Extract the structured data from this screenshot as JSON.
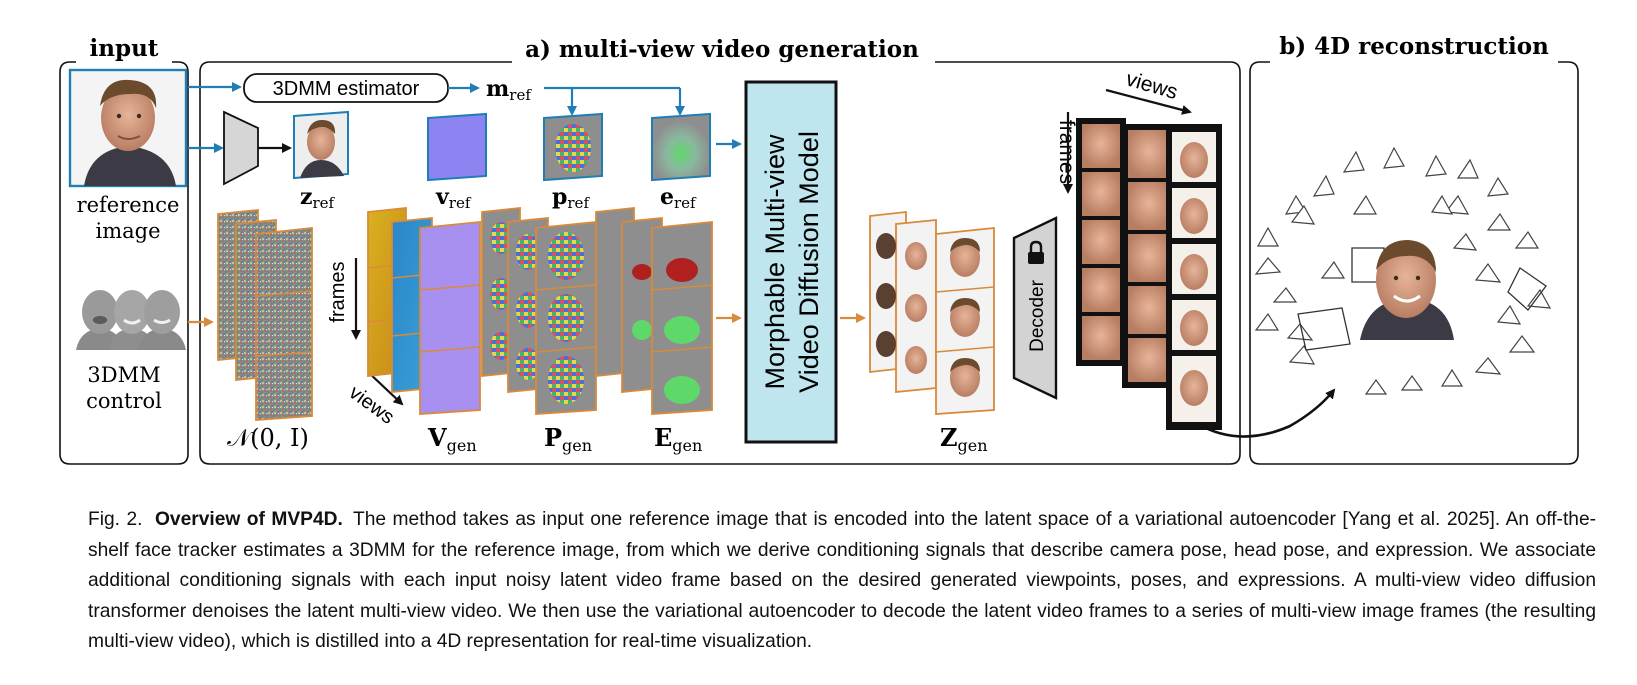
{
  "sections": {
    "input": "input",
    "generation": "a) multi-view video generation",
    "reconstruction": "b) 4D reconstruction"
  },
  "input": {
    "reference_label_1": "reference",
    "reference_label_2": "image",
    "control_label_1": "3DMM",
    "control_label_2": "control"
  },
  "generation": {
    "estimator": "3DMM estimator",
    "m_ref": {
      "base": "m",
      "sub": "ref"
    },
    "z_ref": {
      "base": "z",
      "sub": "ref"
    },
    "v_ref": {
      "base": "v",
      "sub": "ref"
    },
    "p_ref": {
      "base": "p",
      "sub": "ref"
    },
    "e_ref": {
      "base": "e",
      "sub": "ref"
    },
    "noise": "𝒩(0, I)",
    "frames": "frames",
    "views": "views",
    "V_gen": {
      "base": "V",
      "sub": "gen"
    },
    "P_gen": {
      "base": "P",
      "sub": "gen"
    },
    "E_gen": {
      "base": "E",
      "sub": "gen"
    },
    "model_line_1": "Morphable Multi-view",
    "model_line_2": "Video Diffusion Model",
    "Z_gen": {
      "base": "Z",
      "sub": "gen"
    },
    "decoder": "Decoder",
    "out_frames": "frames",
    "out_views": "views"
  },
  "caption": {
    "label": "Fig. 2.",
    "title": "Overview of MVP4D.",
    "text": "The method takes as input one reference image that is encoded into the latent space of a variational autoencoder [Yang et al. 2025]. An off-the-shelf face tracker estimates a 3DMM for the reference image, from which we derive conditioning signals that describe camera pose, head pose, and expression. We associate additional conditioning signals with each input noisy latent video frame based on the desired generated viewpoints, poses, and expressions. A multi-view video diffusion transformer denoises the latent multi-view video. We then use the variational autoencoder to decode the latent video frames to a series of multi-view image frames (the resulting multi-view video), which is distilled into a 4D representation for real-time visualization."
  },
  "colors": {
    "blue_arrow": "#1f7fb4",
    "orange_arrow": "#d98a3a",
    "model_fill": "#bfe6ee",
    "decoder_fill": "#d3d3d3",
    "normal_map": "#8d84f2"
  }
}
